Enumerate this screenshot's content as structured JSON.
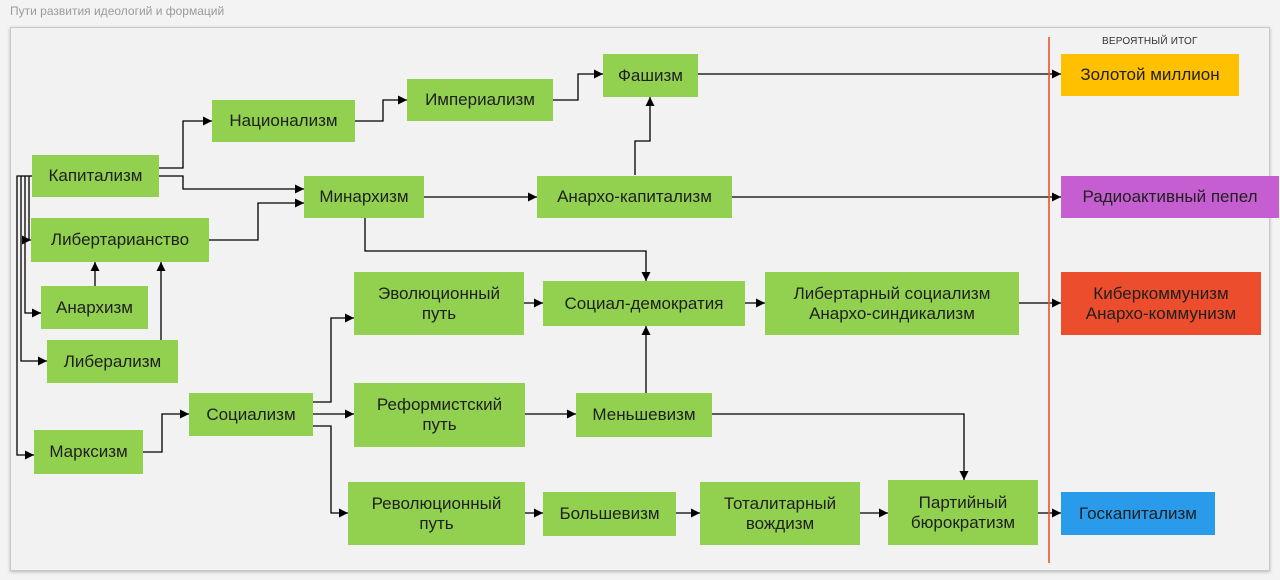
{
  "document_title": "Пути развития идеологий и формаций",
  "outcome_header": "ВЕРОЯТНЫЙ ИТОГ",
  "colors": {
    "node": "#92d050",
    "gold": "#ffc000",
    "purple": "#c55fd1",
    "red": "#ec4d2c",
    "blue": "#2a9bea",
    "divider": "#e8542f",
    "edge": "#000000"
  },
  "nodes": {
    "kapitalizm": "Капитализм",
    "nacionalizm": "Национализм",
    "imperializm": "Империализм",
    "fashizm": "Фашизм",
    "minarhizm": "Минархизм",
    "ankap": "Анархо-капитализм",
    "libertarianstvo": "Либертарианство",
    "anarhizm": "Анархизм",
    "liberalizm": "Либерализм",
    "marksizm": "Марксизм",
    "socializm": "Социализм",
    "evolution": "Эволюционный\nпуть",
    "socdem": "Социал-демократия",
    "libsoc": "Либертарный социализм\nАнархо-синдикализм",
    "reform": "Реформистский\nпуть",
    "menshevizm": "Меньшевизм",
    "revolution": "Революционный\nпуть",
    "bolshevizm": "Большевизм",
    "totalitarian": "Тоталитарный\nвождизм",
    "party": "Партийный\nбюрократизм"
  },
  "outcomes": {
    "golden": "Золотой миллион",
    "ash": "Радиоактивный пепел",
    "cyber": "Киберкоммунизм\nАнархо-коммунизм",
    "stcap": "Госкапитализм"
  }
}
